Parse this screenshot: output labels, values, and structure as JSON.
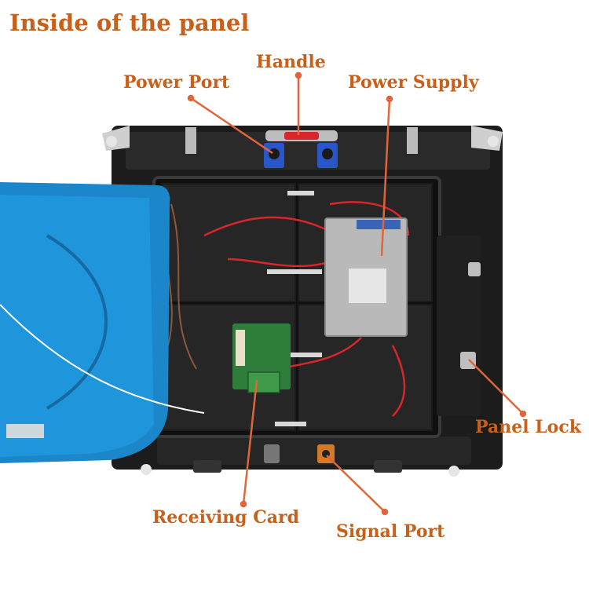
{
  "title": "Inside of the panel",
  "labels": {
    "handle": "Handle",
    "power_port": "Power Port",
    "power_supply": "Power Supply",
    "panel_lock": "Panel Lock",
    "receiving_card": "Receiving Card",
    "signal_port": "Signal Port"
  },
  "colors": {
    "label": "#c8601a",
    "leader_line": "#e0663a",
    "cabinet": "#1c1c1c",
    "module": "#262626",
    "cover": "#1b86c9",
    "receiving_card": "#2e7d3a",
    "power_supply": "#b9b9b9",
    "cable_red": "#d8262b",
    "cable_grey": "#d9d9d9",
    "connector_blue": "#2a57c7",
    "handle": "#d8262b"
  }
}
